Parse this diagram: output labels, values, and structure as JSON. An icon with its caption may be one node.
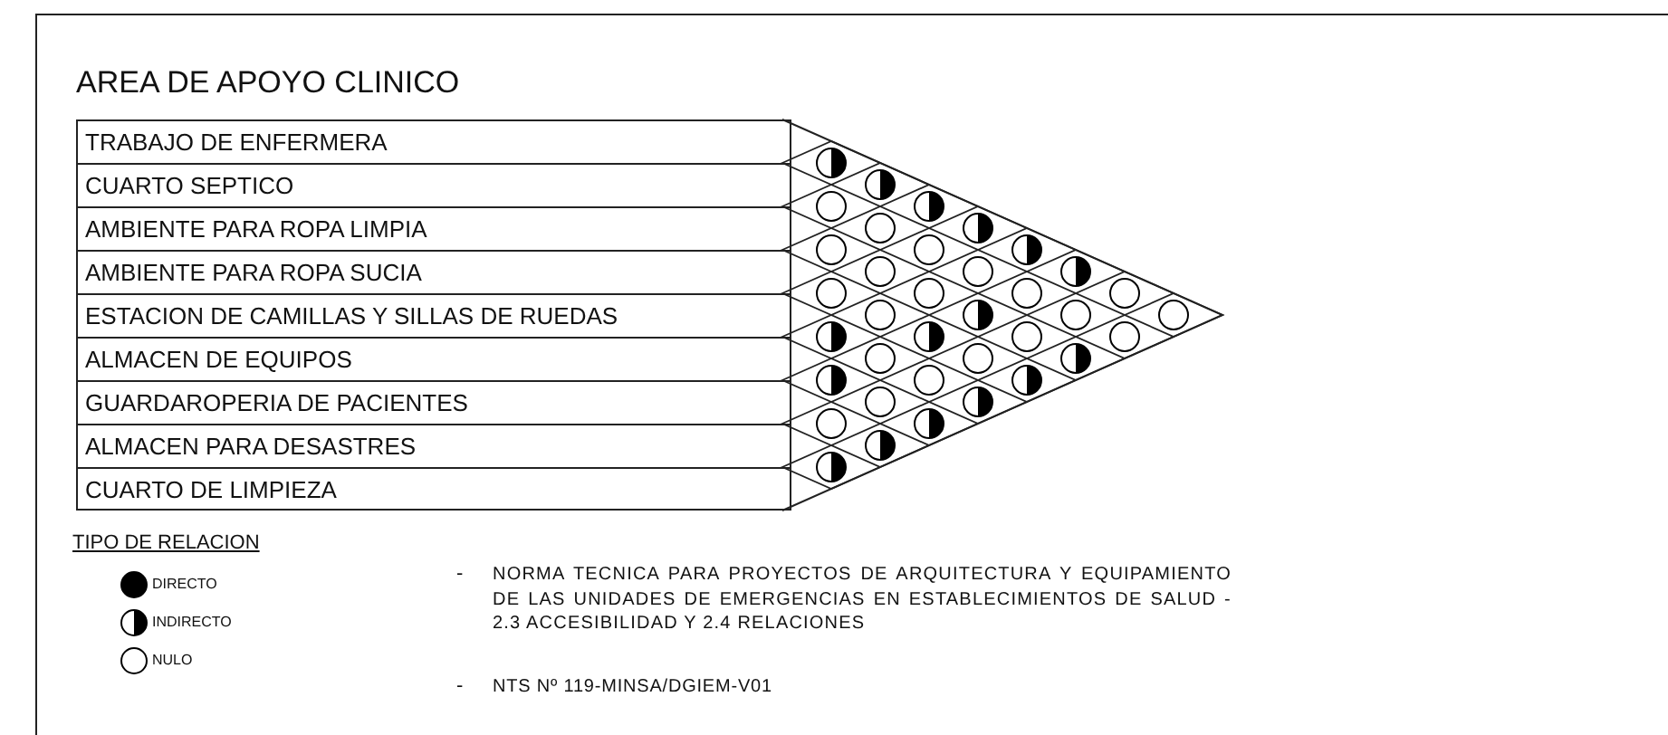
{
  "diagram": {
    "title": "AREA DE APOYO CLINICO",
    "nodes": [
      {
        "text": [
          "TRABAJO DE ENFERMERA"
        ]
      },
      {
        "text": [
          "CUARTO SEPTICO"
        ]
      },
      {
        "text": [
          "AMBIENTE PARA ROPA LIMPIA"
        ]
      },
      {
        "text": [
          "AMBIENTE PARA ROPA SUCIA"
        ]
      },
      {
        "text": [
          "ESTACION DE CAMILLAS Y SILLAS DE RUEDAS"
        ]
      },
      {
        "text": [
          "ALMACEN DE EQUIPOS"
        ]
      },
      {
        "text": [
          "GUARDAROPERIA DE PACIENTES"
        ]
      },
      {
        "text": [
          "ALMACEN PARA DESASTRES"
        ]
      },
      {
        "text": [
          "CUARTO DE LIMPIEZA"
        ]
      },
      {
        "text": [],
        "shape": "half-circle"
      },
      {
        "text": [],
        "shape": "half-circle"
      },
      {
        "text": [],
        "shape": "circle"
      },
      {
        "text": [],
        "shape": "half-circle"
      },
      {
        "text": [],
        "shape": "circle"
      },
      {
        "text": [],
        "shape": "half-circle"
      },
      {
        "text": [],
        "shape": "circle"
      },
      {
        "text": [],
        "shape": "circle"
      },
      {
        "text": [],
        "shape": "half-circle"
      },
      {
        "text": [],
        "shape": "circle"
      },
      {
        "text": [],
        "shape": "circle"
      },
      {
        "text": [],
        "shape": "half-circle"
      },
      {
        "text": [],
        "shape": "circle"
      },
      {
        "text": [],
        "shape": "circle"
      },
      {
        "text": [],
        "shape": "circle"
      },
      {
        "text": [],
        "shape": "circle"
      },
      {
        "text": [],
        "shape": "circle"
      },
      {
        "text": [],
        "shape": "half-circle"
      },
      {
        "text": [],
        "shape": "circle"
      },
      {
        "text": [],
        "shape": "circle"
      },
      {
        "text": [],
        "shape": "half-circle"
      },
      {
        "text": [],
        "shape": "half-circle"
      },
      {
        "text": [],
        "shape": "circle"
      },
      {
        "text": [],
        "shape": "circle"
      },
      {
        "text": [],
        "shape": "circle"
      },
      {
        "text": [],
        "shape": "circle"
      },
      {
        "text": [],
        "shape": "half-circle"
      },
      {
        "text": [],
        "shape": "half-circle"
      },
      {
        "text": [],
        "shape": "circle"
      },
      {
        "text": [],
        "shape": "half-circle"
      },
      {
        "text": [],
        "shape": "circle"
      },
      {
        "text": [],
        "shape": "half-circle"
      },
      {
        "text": [],
        "shape": "circle"
      },
      {
        "text": [],
        "shape": "half-circle"
      },
      {
        "text": [],
        "shape": "half-circle"
      },
      {
        "text": [],
        "shape": "half-circle"
      }
    ],
    "labels": [
      "TIPO DE RELACION",
      "-",
      "NORMA TECNICA PARA PROYECTOS DE ARQUITECTURA Y EQUIPAMIENTO DE LAS UNIDADES DE EMERGENCIAS EN ESTABLECIMIENTOS DE SALUD - 2.3 ACCESIBILIDAD Y 2.4 RELACIONES",
      "-",
      "NTS Nº 119-MINSA/DGIEM-V01"
    ],
    "legend": [
      {
        "text": "DIRECTO"
      },
      {
        "text": "INDIRECTO"
      },
      {
        "text": "NULO"
      }
    ]
  }
}
